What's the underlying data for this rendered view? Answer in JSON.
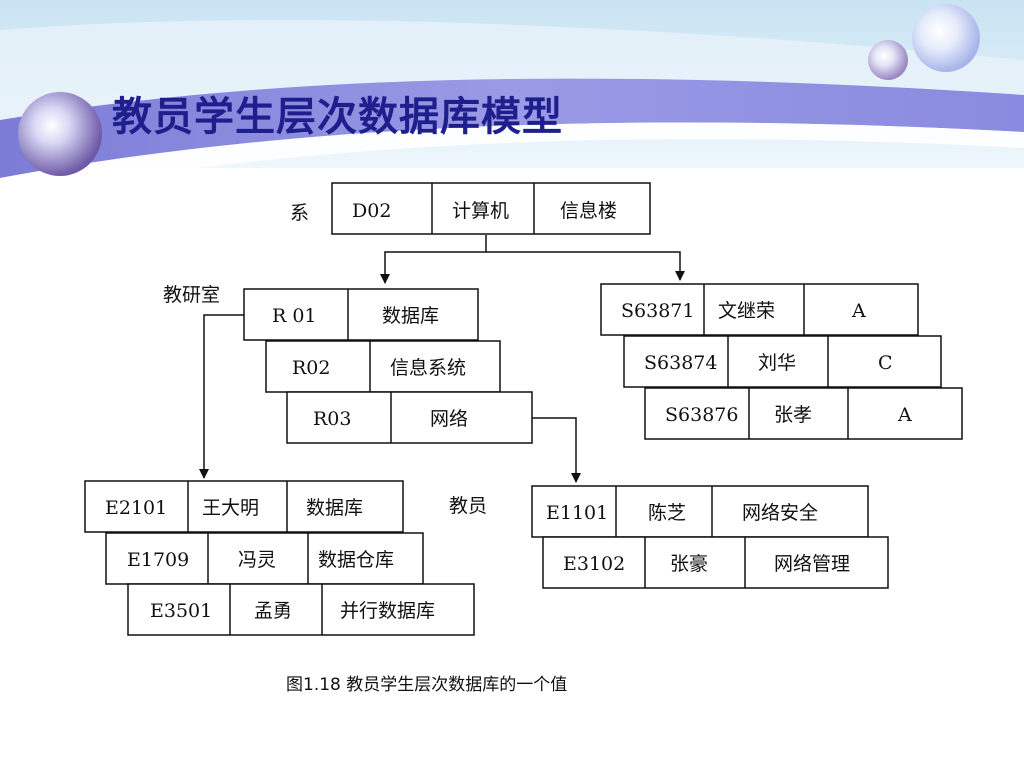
{
  "slide": {
    "title": "教员学生层次数据库模型"
  },
  "diagram": {
    "label_dept": "系",
    "label_lab": "教研室",
    "label_teacher": "教员",
    "dept_record": [
      "D02",
      "计算机",
      "信息楼"
    ],
    "students": [
      [
        "S63871",
        "文继荣",
        "A"
      ],
      [
        "S63874",
        "刘华",
        "C"
      ],
      [
        "S63876",
        "张孝",
        "A"
      ]
    ],
    "labs": [
      [
        "R 01",
        "数据库"
      ],
      [
        "R02",
        "信息系统"
      ],
      [
        "R03",
        "网络"
      ]
    ],
    "teachers_r01": [
      [
        "E2101",
        "王大明",
        "数据库"
      ],
      [
        "E1709",
        "冯灵",
        "数据仓库"
      ],
      [
        "E3501",
        "孟勇",
        "并行数据库"
      ]
    ],
    "teachers_r03": [
      [
        "E1101",
        "陈芝",
        "网络安全"
      ],
      [
        "E3102",
        "张豪",
        "网络管理"
      ]
    ]
  },
  "caption": "图1.18  教员学生层次数据库的一个值",
  "colors": {
    "title": "#1e1e8c",
    "band": "#8c8ce0",
    "sky": "#d8ecf7",
    "line": "#111111"
  }
}
